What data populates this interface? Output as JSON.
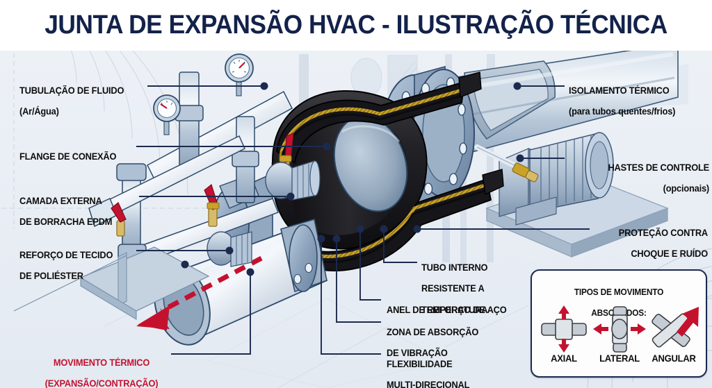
{
  "header": {
    "title": "JUNTA DE EXPANSÃO HVAC - ILUSTRAÇÃO TÉCNICA"
  },
  "colors": {
    "title_navy": "#13224a",
    "leader_navy": "#1b2a4e",
    "red_accent": "#c4122e",
    "page_bg": "#e8edf4",
    "header_bg": "#ffffff",
    "rubber_black": "#1d1d1f",
    "steel_blue": "#9fb3c8",
    "brass_gold": "#c9a227"
  },
  "labels": {
    "fluid_piping": {
      "line1": "TUBULAÇÃO DE FLUIDO",
      "line2": "(Ar/Água)"
    },
    "connection_flange": {
      "line1": "FLANGE DE CONEXÃO"
    },
    "epdm_outer_layer": {
      "line1": "CAMADA EXTERNA",
      "line2": "DE BORRACHA EPDM"
    },
    "polyester_reinforcement": {
      "line1": "REFORÇO DE TECIDO",
      "line2": "DE POLIÉSTER"
    },
    "thermal_movement": {
      "line1": "MOVIMENTO TÉRMICO",
      "line2": "(EXPANSÃO/CONTRAÇÃO)"
    },
    "thermal_insulation": {
      "line1": "ISOLAMENTO TÉRMICO",
      "line2": "(para tubos quentes/frios)"
    },
    "control_rods": {
      "line1": "HASTES DE CONTROLE",
      "line2": "(opcionais)"
    },
    "shock_noise_protection": {
      "line1": "PROTEÇÃO CONTRA",
      "line2": "CHOQUE E RUÍDO"
    },
    "inner_tube": {
      "line1": "TUBO INTERNO",
      "line2": "RESISTENTE A",
      "line3": "TEMPERATURA"
    },
    "steel_reinforcement_ring": {
      "line1": "ANEL DE REFORÇO DE AÇO"
    },
    "vibration_absorption_zone": {
      "line1": "ZONA DE ABSORÇÃO",
      "line2": "DE VIBRAÇÃO"
    },
    "multidirectional_flexibility": {
      "line1": "FLEXIBILIDADE",
      "line2": "MULTI-DIRECIONAL"
    }
  },
  "legend": {
    "title_line1": "TIPOS DE MOVIMENTO",
    "title_line2": "ABSOLVIDOS:",
    "items": [
      {
        "caption": "AXIAL",
        "icon": "axial-movement-icon"
      },
      {
        "caption": "LATERAL",
        "icon": "lateral-movement-icon"
      },
      {
        "caption": "ANGULAR",
        "icon": "angular-movement-icon"
      }
    ]
  }
}
